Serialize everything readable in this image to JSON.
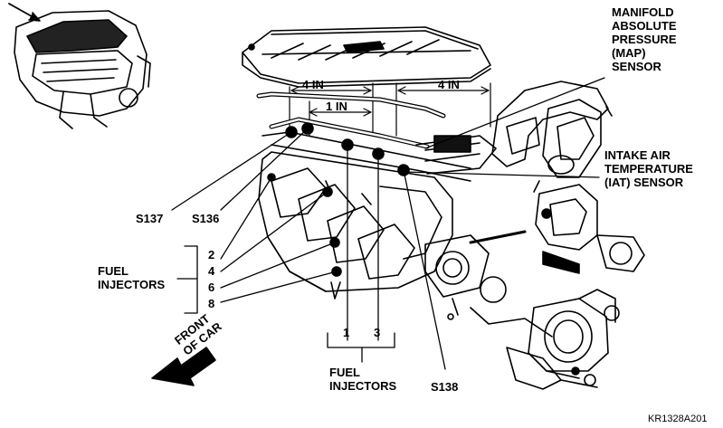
{
  "labels": {
    "map_sensor": [
      "MANIFOLD",
      "ABSOLUTE",
      "PRESSURE",
      "(MAP)",
      "SENSOR"
    ],
    "iat_sensor": [
      "INTAKE AIR",
      "TEMPERATURE",
      "(IAT) SENSOR"
    ],
    "fuel_injectors_left": [
      "FUEL",
      "INJECTORS"
    ],
    "fuel_injectors_bottom": [
      "FUEL",
      "INJECTORS"
    ],
    "front_of_car": [
      "FRONT",
      "OF CAR"
    ],
    "splice_s137": "S137",
    "splice_s136": "S136",
    "splice_s138": "S138",
    "dim_4in_left": "4 IN",
    "dim_4in_right": "4 IN",
    "dim_1in": "1 IN",
    "injector_numbers_left": [
      "2",
      "4",
      "6",
      "8"
    ],
    "injector_numbers_bottom": [
      "1",
      "3"
    ],
    "figure_code": "KR1328A201"
  }
}
